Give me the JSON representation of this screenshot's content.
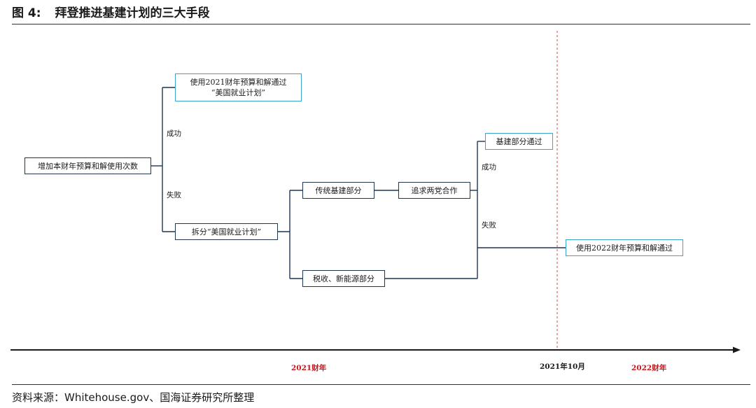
{
  "header": {
    "figure_no": "图 4:",
    "title": "拜登推进基建计划的三大手段"
  },
  "nodes": {
    "increase": "增加本财年预算和解使用次数",
    "use2021_line1": "使用2021财年预算和解通过",
    "use2021_line2": "“美国就业计划”",
    "split": "拆分“美国就业计划”",
    "traditional": "传统基建部分",
    "bipartisan": "追求两党合作",
    "tax": "税收、新能源部分",
    "infra_pass": "基建部分通过",
    "use2022": "使用2022财年预算和解通过"
  },
  "edge_labels": {
    "success1": "成功",
    "fail1": "失败",
    "success2": "成功",
    "fail2": "失败"
  },
  "timeline": {
    "fy2021": "2021财年",
    "oct2021": "2021年10月",
    "fy2022": "2022财年"
  },
  "colors": {
    "node_border": "#1f3550",
    "highlight_border": "#38a5cf",
    "axis_label_red": "#c8161e",
    "divider": "#c0504d"
  },
  "source": "资料来源：Whitehouse.gov、国海证券研究所整理"
}
